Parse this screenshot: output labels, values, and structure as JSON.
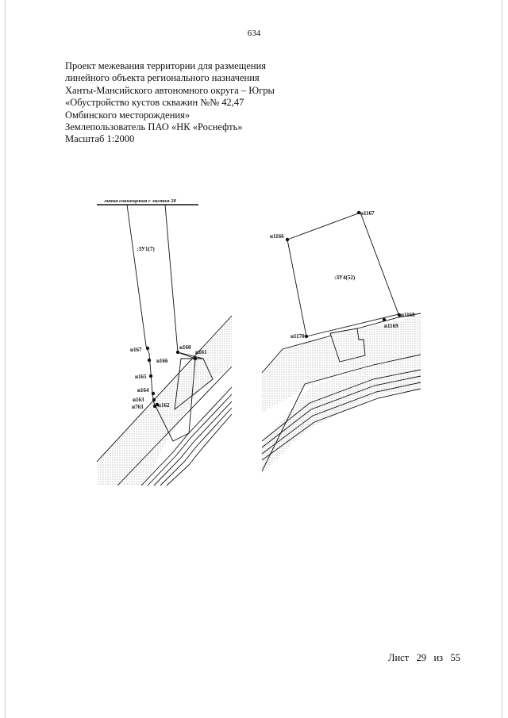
{
  "page_number": "634",
  "header_lines": [
    "Проект межевания территории для размещения",
    "линейного объекта регионального назначения",
    "Ханты-Мансийского автономного округа – Югры",
    "«Обустройство кустов скважин №№ 42,47",
    "Омбинского месторождения»",
    "Землепользователь ПАО «НК «Роснефть»",
    "Масштаб 1:2000"
  ],
  "left_map": {
    "junction_label": "линия совмещения с листом 28",
    "parcel_label": ":ЗУ1(7)",
    "points": [
      "н167",
      "н166",
      "н160",
      "н161",
      "н165",
      "н164",
      "н163",
      "н763",
      "н162"
    ]
  },
  "right_map": {
    "parcel_label": ":ЗУ4(52)",
    "points": [
      "н1167",
      "н1166",
      "н1168",
      "н1169",
      "н1170"
    ]
  },
  "footer": {
    "sheet_prefix": "Лист",
    "sheet_current": "29",
    "sheet_of": "из",
    "sheet_total": "55"
  },
  "colors": {
    "ink": "#111111",
    "hatch": "#8a8a8a"
  }
}
